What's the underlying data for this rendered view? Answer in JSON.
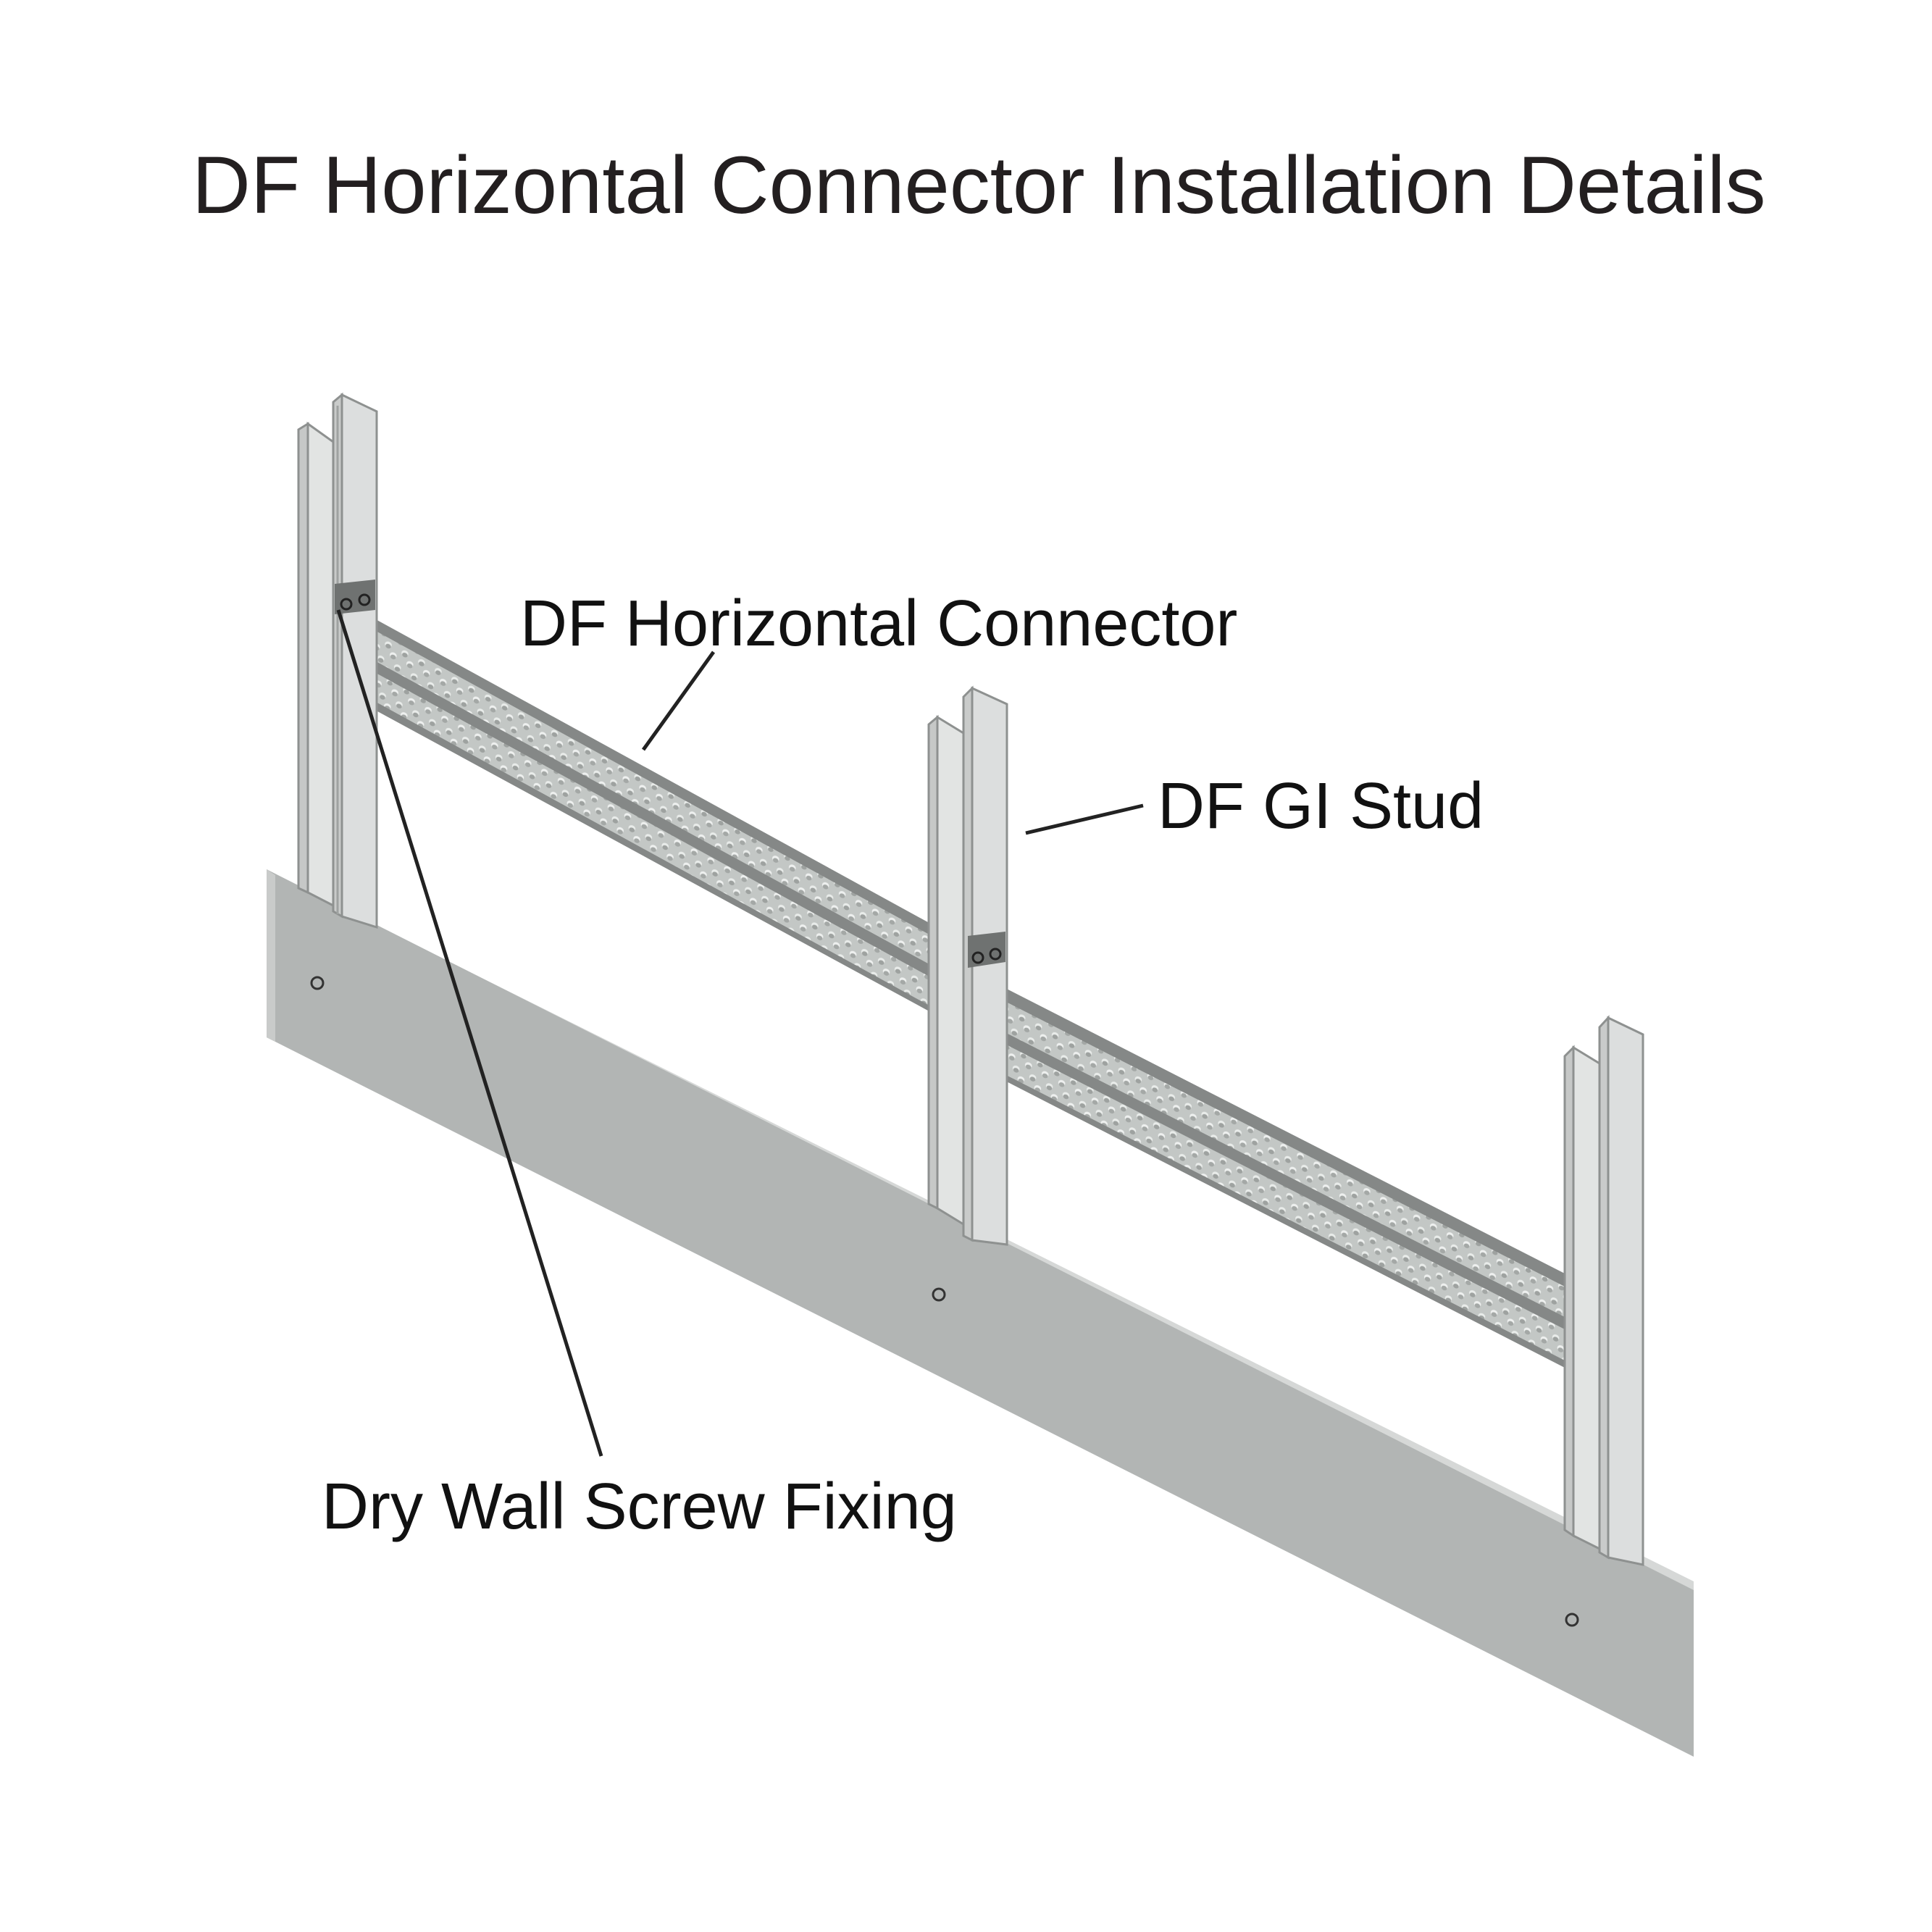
{
  "title": "DF Horizontal Connector Installation Details",
  "labels": {
    "connector": "DF Horizontal Connector",
    "stud": "DF GI Stud",
    "screw": "Dry Wall Screw Fixing"
  },
  "colors": {
    "board_face": "#b2b5b4",
    "board_edge": "#d3d5d4",
    "stud_face": "#dcdede",
    "stud_outline": "#8e9190",
    "connector_band": "#8a8c8b",
    "connector_texture": "#c7cbc9",
    "leader_line": "#222222",
    "text": "#231f20"
  }
}
